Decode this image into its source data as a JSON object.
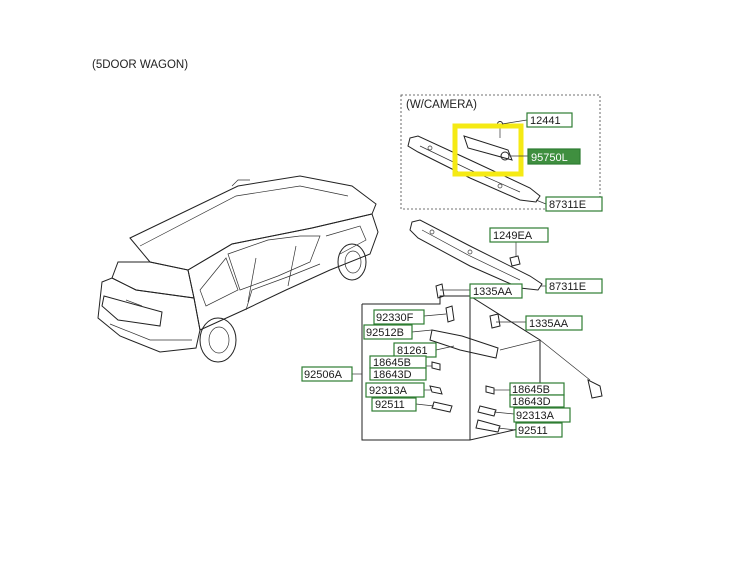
{
  "diagram": {
    "variant_label": "(5DOOR WAGON)",
    "inset_label": "(W/CAMERA)",
    "callouts": [
      {
        "id": "c1",
        "text": "12441"
      },
      {
        "id": "c2",
        "text": "95750L"
      },
      {
        "id": "c3",
        "text": "87311E"
      },
      {
        "id": "c4",
        "text": "1249EA"
      },
      {
        "id": "c5",
        "text": "87311E"
      },
      {
        "id": "c6",
        "text": "1335AA"
      },
      {
        "id": "c7",
        "text": "1335AA"
      },
      {
        "id": "c8",
        "text": "92330F"
      },
      {
        "id": "c9",
        "text": "92512B"
      },
      {
        "id": "c10",
        "text": "81261"
      },
      {
        "id": "c11",
        "text": "92506A"
      },
      {
        "id": "c12",
        "text": "18645B"
      },
      {
        "id": "c13",
        "text": "18643D"
      },
      {
        "id": "c14",
        "text": "92313A"
      },
      {
        "id": "c15",
        "text": "92511"
      },
      {
        "id": "c16",
        "text": "18645B"
      },
      {
        "id": "c17",
        "text": "18643D"
      },
      {
        "id": "c18",
        "text": "92313A"
      },
      {
        "id": "c19",
        "text": "92511"
      }
    ],
    "highlight_color": "#f5ea14",
    "callout_border_color": "#2e7d32",
    "callout_fill_color": "#3f8f3f"
  }
}
